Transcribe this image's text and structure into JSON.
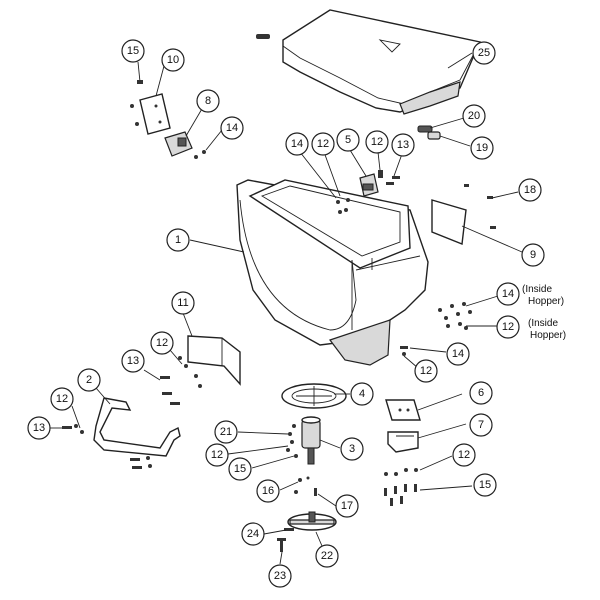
{
  "callouts": [
    {
      "id": "c15a",
      "label": "15"
    },
    {
      "id": "c10",
      "label": "10"
    },
    {
      "id": "c8",
      "label": "8"
    },
    {
      "id": "c14a",
      "label": "14"
    },
    {
      "id": "c25",
      "label": "25"
    },
    {
      "id": "c20",
      "label": "20"
    },
    {
      "id": "c19",
      "label": "19"
    },
    {
      "id": "c14b",
      "label": "14"
    },
    {
      "id": "c12a",
      "label": "12"
    },
    {
      "id": "c5",
      "label": "5"
    },
    {
      "id": "c12b",
      "label": "12"
    },
    {
      "id": "c13a",
      "label": "13"
    },
    {
      "id": "c18",
      "label": "18"
    },
    {
      "id": "c1",
      "label": "1"
    },
    {
      "id": "c9",
      "label": "9"
    },
    {
      "id": "c11",
      "label": "11"
    },
    {
      "id": "c14c",
      "label": "14"
    },
    {
      "id": "c12c",
      "label": "12"
    },
    {
      "id": "c12d",
      "label": "12"
    },
    {
      "id": "c14d",
      "label": "14"
    },
    {
      "id": "c12e",
      "label": "12"
    },
    {
      "id": "c13b",
      "label": "13"
    },
    {
      "id": "c2",
      "label": "2"
    },
    {
      "id": "c12f",
      "label": "12"
    },
    {
      "id": "c13c",
      "label": "13"
    },
    {
      "id": "c4",
      "label": "4"
    },
    {
      "id": "c6",
      "label": "6"
    },
    {
      "id": "c7",
      "label": "7"
    },
    {
      "id": "c21",
      "label": "21"
    },
    {
      "id": "c3",
      "label": "3"
    },
    {
      "id": "c12g",
      "label": "12"
    },
    {
      "id": "c15b",
      "label": "15"
    },
    {
      "id": "c12h",
      "label": "12"
    },
    {
      "id": "c15c",
      "label": "15"
    },
    {
      "id": "c16",
      "label": "16"
    },
    {
      "id": "c17",
      "label": "17"
    },
    {
      "id": "c24",
      "label": "24"
    },
    {
      "id": "c22",
      "label": "22"
    },
    {
      "id": "c23",
      "label": "23"
    }
  ],
  "notes": {
    "inside_hopper_1_a": "(Inside",
    "inside_hopper_1_b": "Hopper)",
    "inside_hopper_2_a": "(Inside",
    "inside_hopper_2_b": "Hopper)"
  }
}
